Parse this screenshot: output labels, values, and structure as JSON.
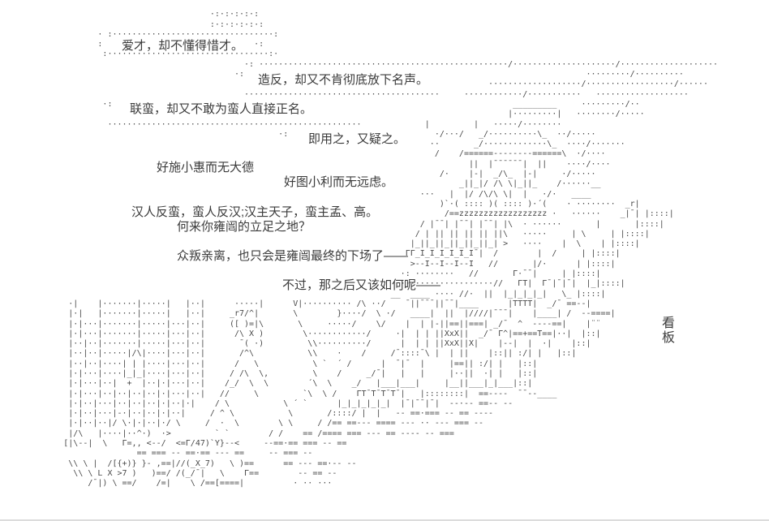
{
  "page": {
    "background": "#ffffff",
    "art_color": "#4a4a4a",
    "text_color": "#3b3b3b"
  },
  "dialogue": {
    "lines": [
      {
        "text": "爱才，却不懂得惜才。"
      },
      {
        "text": "造反，却又不肯彻底放下名声。"
      },
      {
        "text": "联蛮，却又不敢为蛮人直接正名。"
      },
      {
        "text": "即用之，又疑之。"
      },
      {
        "text": "好施小惠而无大德"
      },
      {
        "text": "好图小利而无远虑。"
      },
      {
        "text": "汉人反蛮，蛮人反汉;汉主天子，蛮主孟、高。"
      },
      {
        "text": "何来你雍闿的立足之地？"
      },
      {
        "text": "众叛亲离，也只会是雍闿最终的下场了——"
      },
      {
        "text": "不过，那之后又该如何呢——"
      }
    ]
  },
  "sign": {
    "text": "看\n板"
  },
  "ascii_art": {
    "rows": [
      "",
      "                                           ·:·:·:·:·:",
      "                                           :·:·:·:·:·:",
      "                    · :·································:",
      "                    :                               ·:",
      "                     :·································:·",
      "                                                  ·: ···················································/·····················/····················",
      "                                                ·:                                                                      ·········/··········",
      "                                                                                                    ···················/··················/······",
      "                                                  ········································     ············/···········   ···················",
      "                     ·:                                                                                  _________     ·········/··",
      "                                                                                                        |·········|   ········/·····",
      "                      ····················································             |         |   ·····/········",
      "                                                         ·:                              ·/···/   _/··········\\_  ··/·····",
      "                                                                                        ··       _/·············\\_  ····/·······",
      "                                                                                         /    /======--------======\\  ·/····",
      "                                                                                                ||  |¯¯¯¯¯¯|  ||    ····/····",
      "                                                                                          /·    |-|  _/\\_  |-|     ·/·····",
      "                                                                                              _||_|/ /\\ \\|_||_    /······__",
      "                                                                                      ···   |  |/ /\\/\\ \\|  |   ·/·   ____",
      "                                                                                          )`·( :::: )( :::: )·´(    · ········  _r|",
      "                                                                                           /==zzzzzzzzzzzzzzzzzz ·   ······    _|¯| |::::|",
      "                                                                                      / |¯¯| |¯¯| |¯¯| |\\  · ······       |       |::::|",
      "                                                                                     / | || || || || ||\\   ·····     | \\     | |::::|",
      "                                                                                    |_||_||_||_||_||_| >   ····    |  \\    | |::::|",
      "                                                                                   ΓΓ_I_I_I_I_I_I¯|  /        |  /     | |::::|",
      "                                                                                    >--I--I--I--I   //       |/·      | |::::|",
      "                                                                                  ·: ········   //       Γ·¯¯|     | |::::|",
      "                                                                                  ···················//   ΓT|  Γ¯|¯|¯|  |_|::::|",
      "                                                                                __  ____ ···· //·  ||  |_|_|_|_|   \\_ |::::|",
      "              ·|    |·······|·····|   |··|      ·····|      V|·········· /\\ ··/    ¯||¯¯¯||¯¯|____      |TTTT|  _/¯ ==--|",
      "              |·|   |·······|·····|   |··|     _r7/^|       \\        }····/  \\ ·/   ____|  ||  |////|¯¯¯|    |____| /  --====|",
      "              |·|···|·······|·····|···|··|     ([ )=|\\       \\     ·····/    \\/    |  | |-||==||===| _/¯  ^  ----==|    |¨¨",
      "              |·|···|·······|·····|···|··|      /\\ X )        \\············/     ·|  | | ||XxX||  _/¯ Γ^|==+==T==|··|  |::|",
      "              |··|··|·······|·····|···|··|       ¯( ·)         \\\\··········/      |  | | ||XxX||X|    |--|  |  ·|    |::|",
      "              |··|··|·····|/\\|····|···|··|       /^\\           \\\\    ·    /     /¯::::¯\\ |  | ||    |::|| :/| |   |::|",
      "              |··|··|····| | |····|···|··|      /   \\           \\ `  ´ /      |  ¯|¯  |     |==|| :/| |   |::|",
      "              |·|···|····|_|_|····|···|··|     / /\\  \\,         \\    /     _/¯|   |   |     |··||  ·| |   |::|",
      "              |·|···|··|  +  |··|·|···|··|    /_/  \\  \\        ´\\  \\    _/   |___|___|     |__||___|_|___|::|",
      "              |·|···|··|··|··|··|·|···|··|   //     \\         `\\  \\ /    ΓT¯T¯T¯T¯|   |::::::::|  ==----  ¯¯--____",
      "              |·|··|···|··|··|··|·|··|·|    / \\           \\ ´ `      |_|_|_|_|_|  |¯|¯¯|¯|  --·-- ==-- --",
      "              |·|··|···|-·|··|··|·|··|     / ^ \\           \\       /::::/ |  |   -- ==·=== -- == ----",
      "              |·|··|··|/ \\·|·|··|·/ \\     /  ·  \\        \\ \\     / /== ==--- ==== --- ·· --- === --",
      "              |/\\   |····|··^·)  ·>         ` `        / /    == /==== === --- == ---- -- ===",
      "             [|\\--|  \\   Γ=,, <--/  <=Γ/47)`Y}--<     --==·== === -- ==",
      "                            == === -- ==·== --- ==     -- === --",
      "              \\\\ \\ |  /[{+)} }- ,==|//(_X_7)   \\ )==      == --- ==·-- --",
      "               \\\\ \\ L X >7 )   )==/ /(_/¯|   \\    Γ==        -- == --",
      "                  /¯|) \\ ==/    /=|    \\ /==[====|          · ·· ···",
      "",
      ""
    ]
  }
}
